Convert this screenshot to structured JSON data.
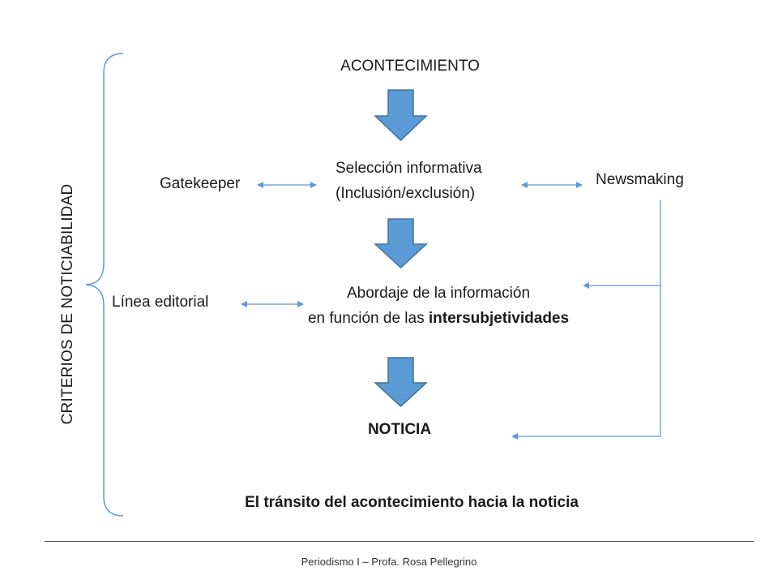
{
  "diagram": {
    "top_label": "ACONTECIMIENTO",
    "selection": {
      "line1": "Selección informativa",
      "line2": "(Inclusión/exclusión)"
    },
    "gatekeeper": "Gatekeeper",
    "newsmaking": "Newsmaking",
    "approach": {
      "line1": "Abordaje de la información",
      "line2_prefix": "en función de las ",
      "line2_bold": "intersubjetividades"
    },
    "editorial": "Línea editorial",
    "result": "NOTICIA",
    "side_label": "CRITERIOS DE NOTICIABILIDAD",
    "caption": "El tránsito del acontecimiento hacia la noticia"
  },
  "footer": {
    "text": "Periodismo I – Profa. Rosa Pellegrino"
  },
  "colors": {
    "arrow_fill": "#5b9bd5",
    "arrow_stroke": "#41719c",
    "connector": "#5b9bd5"
  }
}
